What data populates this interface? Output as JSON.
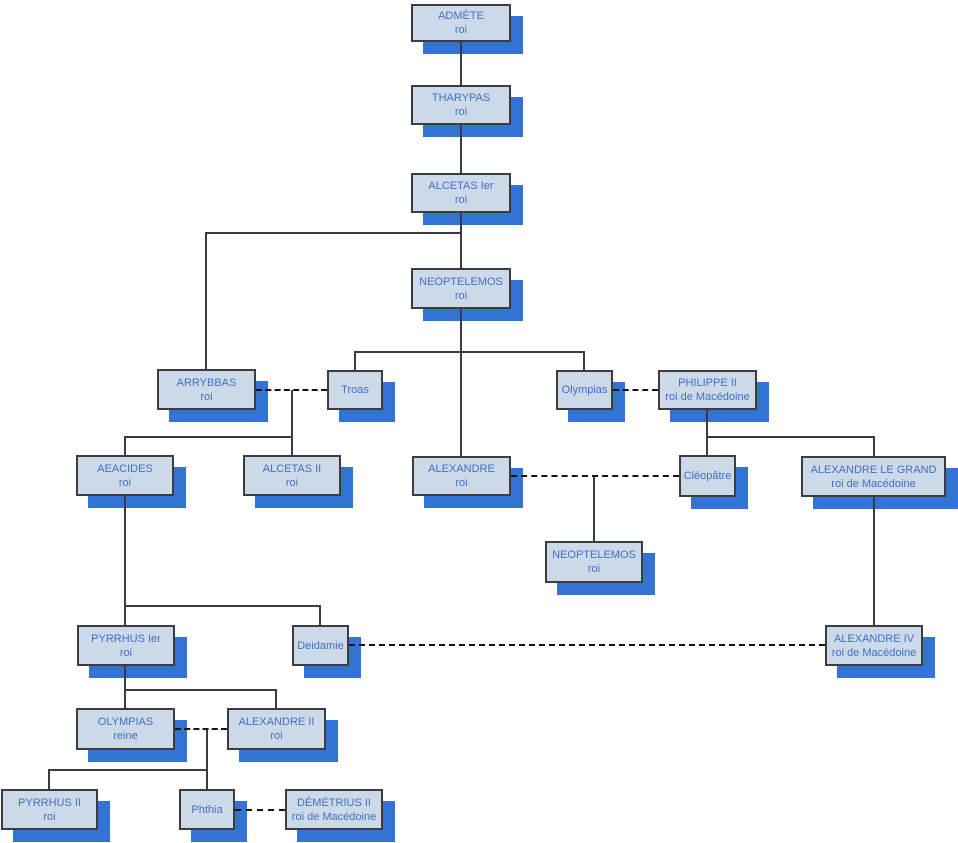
{
  "colors": {
    "node_fill": "#ccd9e8",
    "node_border": "#3d3d3d",
    "node_shadow": "#3273d4",
    "node_text": "#4170c4",
    "solid_line": "#3c3c3c",
    "dashed_line": "#141414",
    "background": "#ffffff"
  },
  "nodes": {
    "admete": {
      "name": "ADMÈTE",
      "title": "roi"
    },
    "tharypas": {
      "name": "THARYPAS",
      "title": "roi"
    },
    "alcetas_1": {
      "name": "ALCETAS Ier",
      "title": "roi"
    },
    "neoptelemos_1": {
      "name": "NEOPTELEMOS",
      "title": "roi"
    },
    "arrybbas": {
      "name": "ARRYBBAS",
      "title": "roi"
    },
    "troas": {
      "name": "Troas"
    },
    "olympias": {
      "name": "Olympias"
    },
    "philippe_2": {
      "name": "PHILIPPE II",
      "title": "roi de Macédoine"
    },
    "aeacides": {
      "name": "AEACIDES",
      "title": "roi"
    },
    "alcetas_2": {
      "name": "ALCETAS II",
      "title": "roi"
    },
    "alexandre": {
      "name": "ALEXANDRE",
      "title": "roi"
    },
    "cleopatre": {
      "name": "Cléopâtre"
    },
    "alexandre_le_grand": {
      "name": "ALEXANDRE LE GRAND",
      "title": "roi de Macédoine"
    },
    "neoptelemos_2": {
      "name": "NEOPTELEMOS",
      "title": "roi"
    },
    "pyrrhus_1": {
      "name": "PYRRHUS Ier",
      "title": "roi"
    },
    "deidamie": {
      "name": "Deidamie"
    },
    "alexandre_4": {
      "name": "ALEXANDRE IV",
      "title": "roi de Macédoine"
    },
    "olympias_reine": {
      "name": "OLYMPIAS",
      "title": "reine"
    },
    "alexandre_2": {
      "name": "ALEXANDRE II",
      "title": "roi"
    },
    "pyrrhus_2": {
      "name": "PYRRHUS II",
      "title": "roi"
    },
    "phthia": {
      "name": "Phthia"
    },
    "demetrius_2": {
      "name": "DÉMÉTRIUS II",
      "title": "roi de Macédoine"
    }
  },
  "relations": {
    "descents": [
      "ADMÈTE > THARYPAS",
      "THARYPAS > ALCETAS Ier",
      "ALCETAS Ier > ARRYBBAS, NEOPTELEMOS",
      "NEOPTELEMOS > Troas, ALEXANDRE, Olympias",
      "ARRYBBAS + Troas > AEACIDES, ALCETAS II",
      "PHILIPPE II > Cléopâtre, ALEXANDRE LE GRAND",
      "ALEXANDRE + Cléopâtre > NEOPTELEMOS",
      "AEACIDES > PYRRHUS Ier, Deidamie",
      "ALEXANDRE LE GRAND > ALEXANDRE IV",
      "PYRRHUS Ier > OLYMPIAS, ALEXANDRE II",
      "OLYMPIAS + ALEXANDRE II > PYRRHUS II, Phthia"
    ],
    "marriages": [
      "ARRYBBAS – Troas",
      "Olympias – PHILIPPE II",
      "ALEXANDRE – Cléopâtre",
      "Deidamie – ALEXANDRE IV",
      "OLYMPIAS – ALEXANDRE II",
      "Phthia – DÉMÉTRIUS II"
    ]
  }
}
